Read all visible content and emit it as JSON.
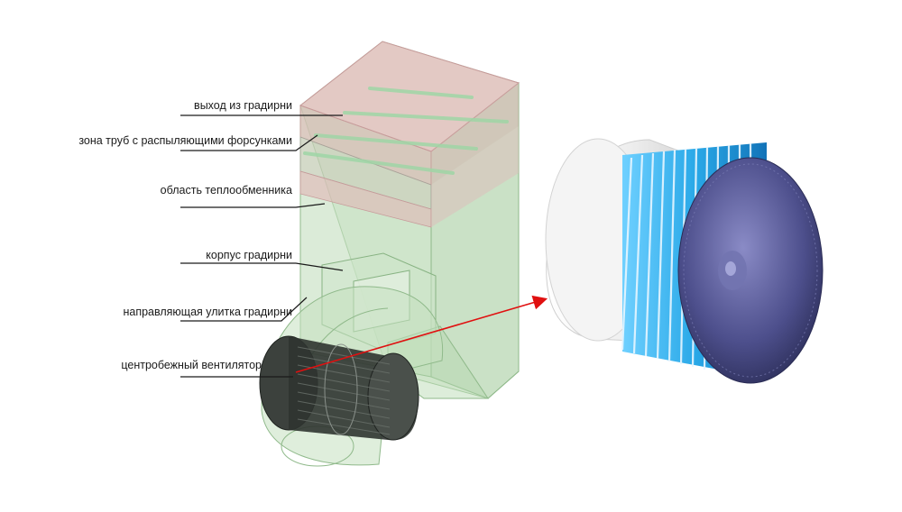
{
  "labels": {
    "outlet": "выход из градирни",
    "nozzle_zone": "зона труб с распыляющими форсунками",
    "heat_exchanger": "область теплообменника",
    "housing": "корпус градирни",
    "scroll": "направляющая улитка градирни",
    "fan": "центробежный вентилятор"
  },
  "colors": {
    "housing_fill": "#b9d8b4",
    "housing_stroke": "#8fb98a",
    "top_fill": "#e3b8b8",
    "blade_blue": "#2aa9e8",
    "hub_purple": "#4b4c88",
    "ring_white": "#f2f2f2",
    "arrow_red": "#e01010",
    "fan_dark": "#2f3430"
  },
  "icons": [
    "cooling-tower-model",
    "centrifugal-fan-closeup",
    "callout-arrow"
  ]
}
